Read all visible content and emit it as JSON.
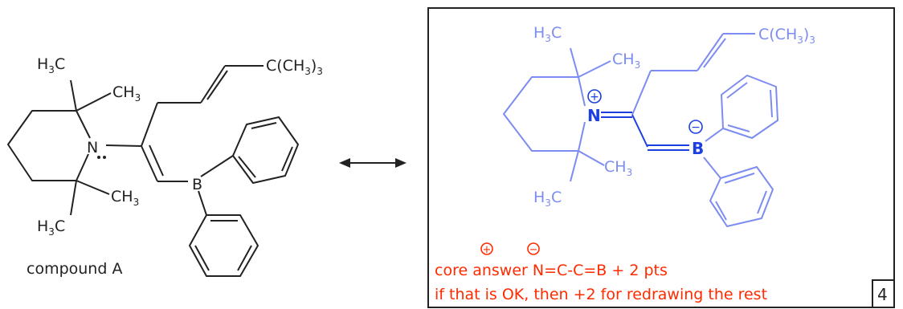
{
  "compound_a": {
    "caption": "compound A",
    "h3c_top": "H",
    "h3c_bottom": "H",
    "ch3_upper": "CH",
    "ch3_lower": "CH",
    "n": "N",
    "b": "B",
    "tbu": "C(CH",
    "sub3": "3",
    "close": ")"
  },
  "answer": {
    "n": "N",
    "b": "B",
    "h3c_top": "H",
    "h3c_bottom": "H",
    "ch3_upper": "CH",
    "ch3_lower": "CH",
    "tbu": "C(CH",
    "sub3": "3",
    "close": ")",
    "plus": "+",
    "minus": "−"
  },
  "notes": {
    "line1": "core answer N=C-C=B  + 2 pts",
    "line2": "if that is OK, then +2 for redrawing the rest",
    "score": "4"
  },
  "colors": {
    "ink": "#222222",
    "answer_structure": "#7c8cf0",
    "answer_core": "#1b3fe0",
    "notes": "#ff2a00"
  },
  "arrow": "resonance-double-arrow"
}
